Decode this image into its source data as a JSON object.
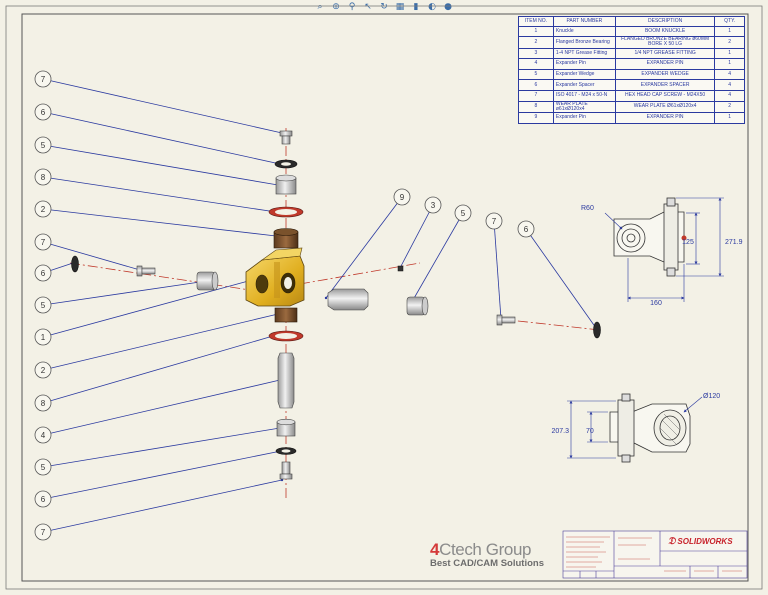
{
  "toolbar": {
    "buttons": [
      {
        "name": "zoom-fit-icon",
        "glyph": "⌕"
      },
      {
        "name": "zoom-area-icon",
        "glyph": "⊕"
      },
      {
        "name": "zoom-icon",
        "glyph": "⚲"
      },
      {
        "name": "select-icon",
        "glyph": "↖"
      },
      {
        "name": "rotate-icon",
        "glyph": "↻"
      },
      {
        "name": "section-view-icon",
        "glyph": "▦"
      },
      {
        "name": "display-style-icon",
        "glyph": "▮"
      },
      {
        "name": "hide-show-icon",
        "glyph": "◐"
      },
      {
        "name": "appearance-icon",
        "glyph": "●"
      }
    ]
  },
  "bom": {
    "headers": [
      "ITEM NO.",
      "PART NUMBER",
      "DESCRIPTION",
      "QTY."
    ],
    "rows": [
      [
        "1",
        "Knuckle",
        "BOOM KNUCKLE",
        "1"
      ],
      [
        "2",
        "Flanged Bronze Bearing",
        "FLANGED BRONZE BEARING ø60MM BORE X 50 LG",
        "2"
      ],
      [
        "3",
        "1-4 NPT Grease Fitting",
        "1/4 NPT GREASE FITTING",
        "1"
      ],
      [
        "4",
        "Expander Pin",
        "EXPANDER PIN",
        "1"
      ],
      [
        "5",
        "Expander Wedge",
        "EXPANDER WEDGE",
        "4"
      ],
      [
        "6",
        "Expander Spacer",
        "EXPANDER SPACER",
        "4"
      ],
      [
        "7",
        "ISO 4017 - M24 x 50-N",
        "HEX HEAD CAP SCREW - M24X50",
        "4"
      ],
      [
        "8",
        "WEAR PLATE ø61xØ120x4",
        "WEAR PLATE Ø61xØ120x4",
        "2"
      ],
      [
        "9",
        "Expander Pin",
        "EXPANDER PIN",
        "1"
      ]
    ]
  },
  "balloons_left": [
    "7",
    "6",
    "5",
    "8",
    "2",
    "7",
    "6",
    "5",
    "1",
    "2",
    "8",
    "4",
    "5",
    "6",
    "7"
  ],
  "balloons_right": [
    "9",
    "3",
    "5",
    "7",
    "6"
  ],
  "dims": {
    "radius": "R60",
    "height_inner": "125",
    "height_outer": "271.9",
    "width": "160",
    "diameter": "Ø120",
    "bottom_outer": "207.3",
    "bottom_inner": "70"
  },
  "logo": {
    "prefix": "4",
    "mid": "Ctech",
    "rest": " Group",
    "sub": "Best CAD/CAM Solutions"
  },
  "sw_logo": "SOLIDWORKS",
  "colors": {
    "line": "#2b3aa0",
    "center": "#c0392b",
    "part": "#e3b424"
  }
}
